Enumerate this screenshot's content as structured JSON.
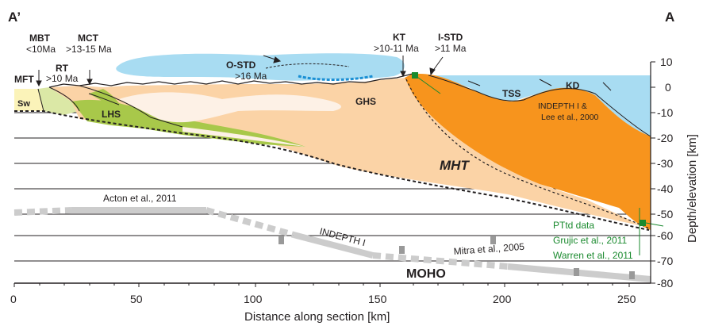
{
  "corners": {
    "left": "A’",
    "right": "A"
  },
  "structures": {
    "mbt": {
      "name": "MBT",
      "age": "<10Ma"
    },
    "mct": {
      "name": "MCT",
      "age": ">13-15 Ma"
    },
    "rt": {
      "name": "RT",
      "age": ">10 Ma"
    },
    "mft": {
      "name": "MFT"
    },
    "ostd": {
      "name": "O-STD",
      "age": ">16 Ma"
    },
    "kt": {
      "name": "KT",
      "age": ">10-11 Ma"
    },
    "istd": {
      "name": "I-STD",
      "age": ">11 Ma"
    }
  },
  "units": {
    "sw": "Sw",
    "lhs": "LHS",
    "ghs": "GHS",
    "tss": "TSS",
    "kd": "KD",
    "mht": "MHT",
    "moho": "MOHO"
  },
  "annotations": {
    "indepth_lee_1": "INDEPTH I &",
    "indepth_lee_2": "Lee et al., 2000",
    "acton": "Acton et al., 2011",
    "indepth_i": "INDEPTH I",
    "mitra": "Mitra et al., 2005",
    "pttd_1": "PTtd data",
    "pttd_2": "Grujic et al., 2011",
    "pttd_3": "Warren et al., 2011"
  },
  "colors": {
    "ghs": "#fbd3a6",
    "ghs_hot": "#f7941d",
    "lhs": "#a8c84a",
    "lhs_light": "#dbe8a6",
    "siwalik": "#fbf3b9",
    "tethyan": "#a8dcf2",
    "green_text": "#1a8a2e"
  },
  "x_axis": {
    "label": "Distance along section [km]",
    "ticks": [
      "0",
      "50",
      "100",
      "150",
      "200",
      "250"
    ]
  },
  "y_axis": {
    "label": "Depth/elevation [km]",
    "ticks": [
      "10",
      "0",
      "-10",
      "-20",
      "-30",
      "-40",
      "-50",
      "-60",
      "-70",
      "-80"
    ]
  }
}
